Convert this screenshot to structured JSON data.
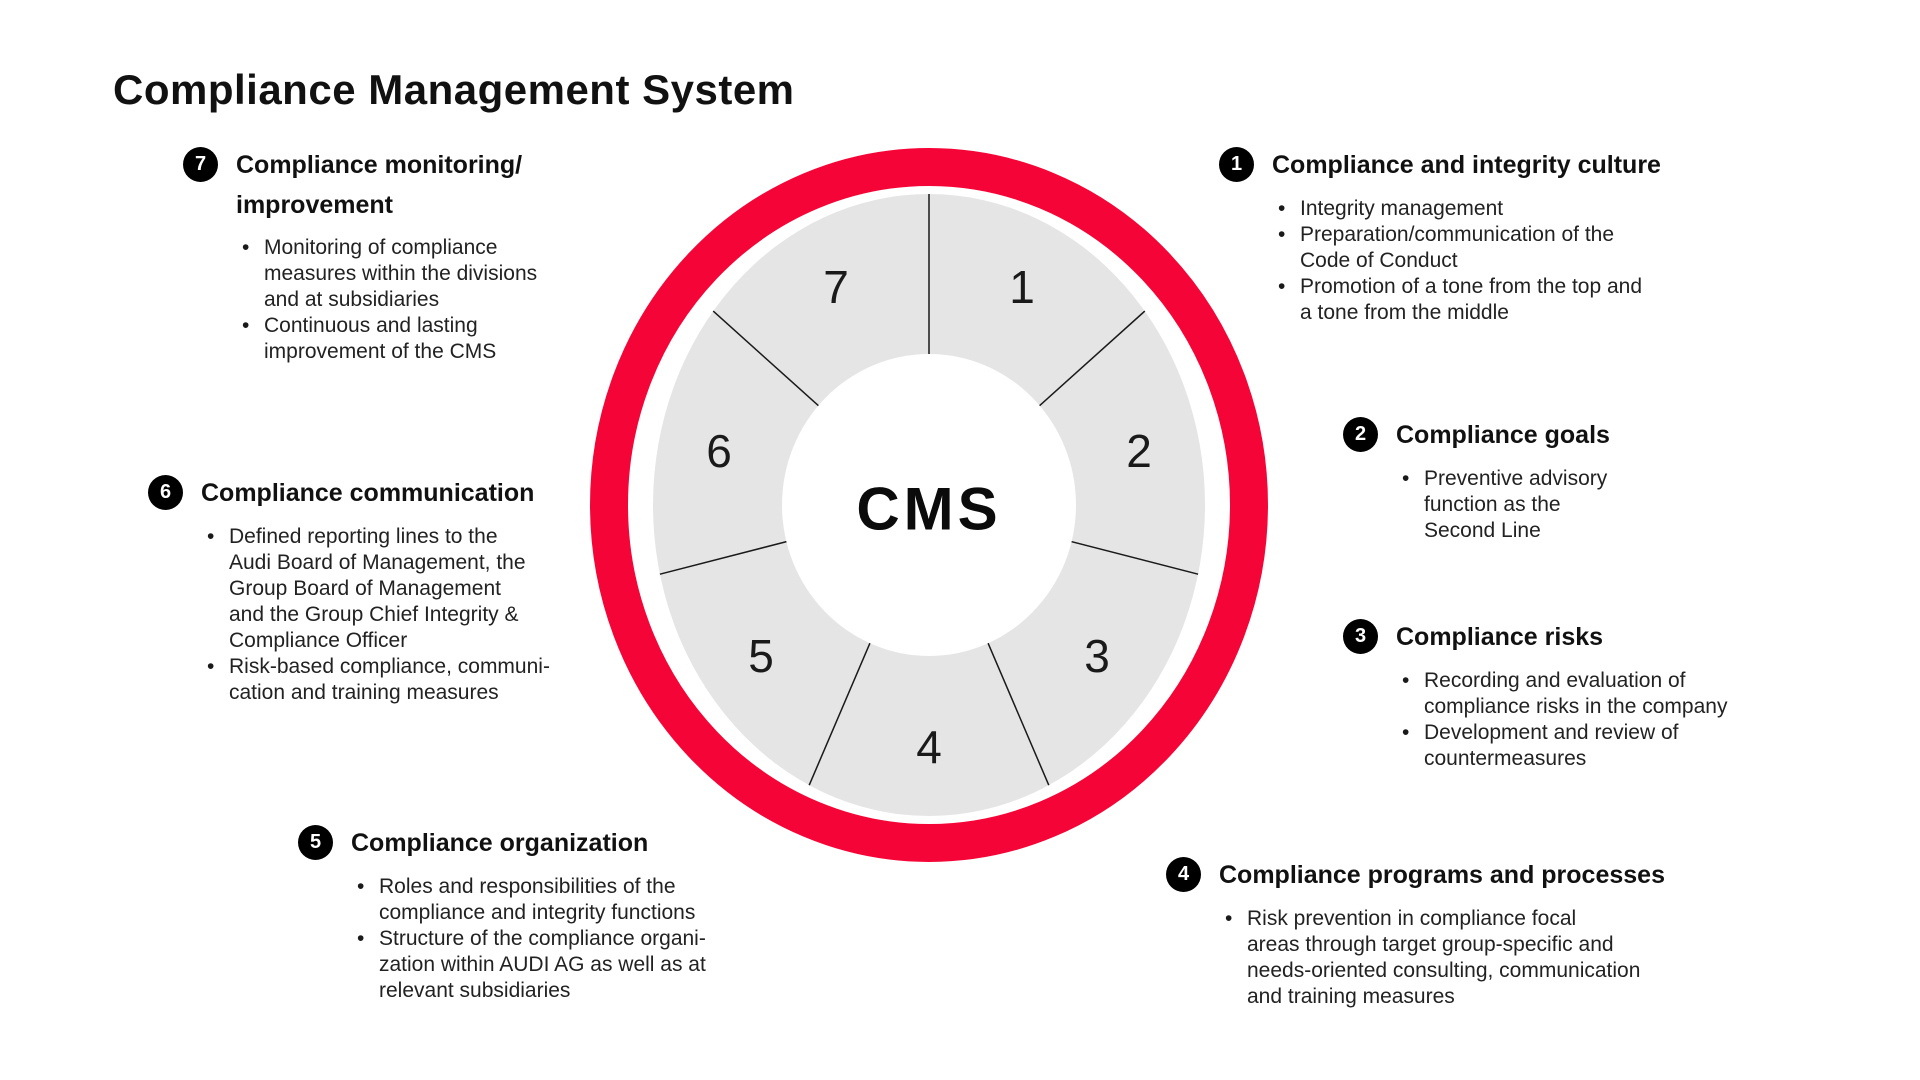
{
  "page": {
    "title": "Compliance Management System"
  },
  "glyphs": {
    "bullet": "•"
  },
  "colors": {
    "ring_red": "#F50537",
    "segment_gray": "#E5E5E5",
    "badge_black": "#000000",
    "text": "#1a1a1a"
  },
  "wheel": {
    "center_label": "CMS",
    "segments": [
      "1",
      "2",
      "3",
      "4",
      "5",
      "6",
      "7"
    ]
  },
  "items": [
    {
      "number": "1",
      "title": "Compliance and integrity culture",
      "bullets": [
        "Integrity management",
        "Preparation/communication of the\nCode of Conduct",
        "Promotion of a tone from the top and\na tone from the middle"
      ]
    },
    {
      "number": "2",
      "title": "Compliance goals",
      "bullets": [
        "Preventive advisory\nfunction as the\nSecond Line"
      ]
    },
    {
      "number": "3",
      "title": "Compliance risks",
      "bullets": [
        "Recording and evaluation of\ncompliance risks in the company",
        "Development and review of\ncountermeasures"
      ]
    },
    {
      "number": "4",
      "title": "Compliance programs and processes",
      "bullets": [
        "Risk prevention in compliance focal\nareas through target group-specific and\nneeds-oriented consulting, communication\nand training measures"
      ]
    },
    {
      "number": "5",
      "title": "Compliance organization",
      "bullets": [
        "Roles and responsibilities of the\ncompliance and integrity functions",
        "Structure of the compliance organi-\nzation within AUDI AG as well as at\nrelevant subsidiaries"
      ]
    },
    {
      "number": "6",
      "title": "Compliance communication",
      "bullets": [
        "Defined reporting lines to the\nAudi Board of Management, the\nGroup Board of Management\nand the Group Chief Integrity &\nCompliance Officer",
        "Risk-based compliance, communi-\ncation and training measures"
      ]
    },
    {
      "number": "7",
      "title": "Compliance monitoring/\nimprovement",
      "bullets": [
        "Monitoring of compliance\nmeasures within the divisions\nand at subsidiaries",
        "Continuous and lasting\nimprovement of the CMS"
      ]
    }
  ]
}
